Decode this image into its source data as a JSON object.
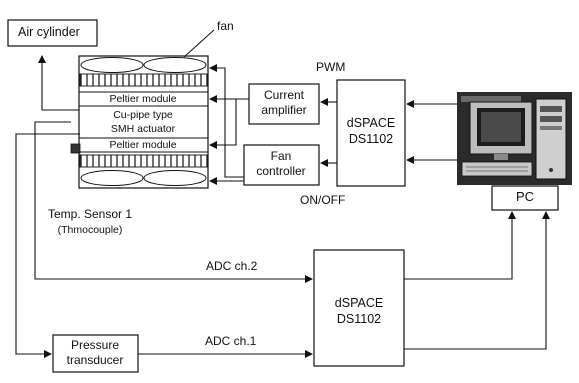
{
  "diagram": {
    "air_cylinder": "Air cylinder",
    "fan_label": "fan",
    "pwm_label": "PWM",
    "onoff_label": "ON/OFF",
    "peltier_top": "Peltier module",
    "actuator_line1": "Cu-pipe type",
    "actuator_line2": "SMH actuator",
    "peltier_bottom": "Peltier module",
    "current_amp_line1": "Current",
    "current_amp_line2": "amplifier",
    "fan_ctrl_line1": "Fan",
    "fan_ctrl_line2": "controller",
    "dspace_top_line1": "dSPACE",
    "dspace_top_line2": "DS1102",
    "pc_label": "PC",
    "temp_sensor_line1": "Temp. Sensor 1",
    "temp_sensor_line2": "(Thmocouple)",
    "adc2_label": "ADC ch.2",
    "adc1_label": "ADC ch.1",
    "dspace_bottom_line1": "dSPACE",
    "dspace_bottom_line2": "DS1102",
    "pressure_line1": "Pressure",
    "pressure_line2": "transducer"
  }
}
